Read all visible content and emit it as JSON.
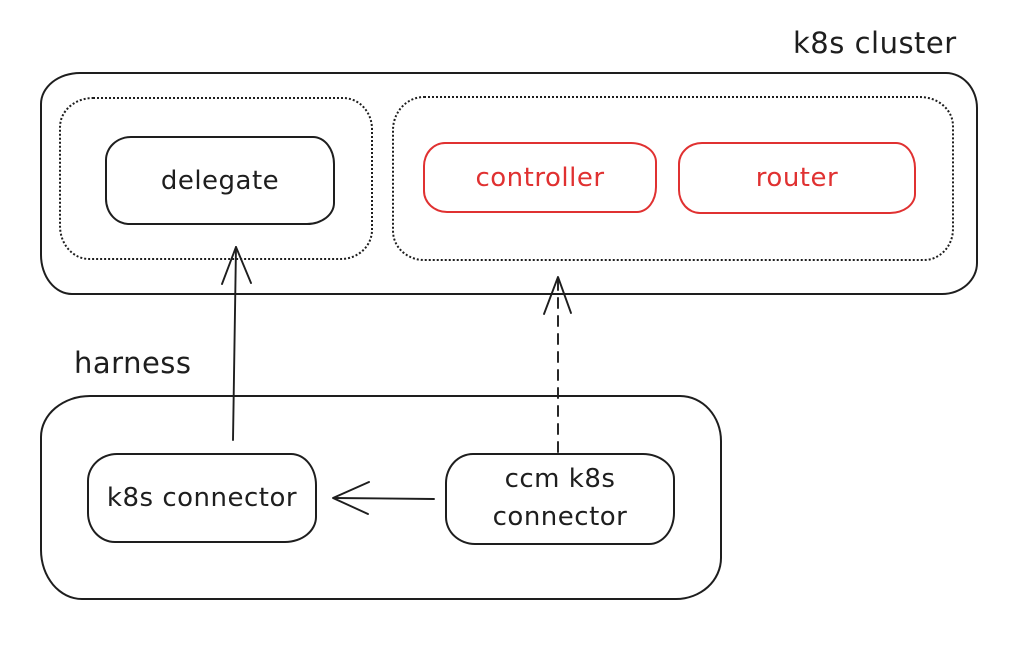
{
  "colors": {
    "background": "#ffffff",
    "stroke": "#1e1e1e",
    "accent_red": "#e03131"
  },
  "k8s_cluster": {
    "label": "k8s cluster",
    "delegate_pod": {
      "delegate": {
        "label": "delegate"
      }
    },
    "ccm_pod": {
      "controller": {
        "label": "controller"
      },
      "router": {
        "label": "router"
      }
    }
  },
  "harness": {
    "label": "harness",
    "k8s_connector": {
      "label": "k8s connector"
    },
    "ccm_k8s_connector": {
      "label": "ccm k8s connector"
    }
  },
  "edges": [
    {
      "from": "k8s connector",
      "to": "delegate",
      "style": "solid-arrow"
    },
    {
      "from": "ccm k8s connector",
      "to": "ccm pod (controller/router)",
      "style": "dashed-arrow"
    },
    {
      "from": "ccm k8s connector",
      "to": "k8s connector",
      "style": "solid-arrow"
    }
  ]
}
